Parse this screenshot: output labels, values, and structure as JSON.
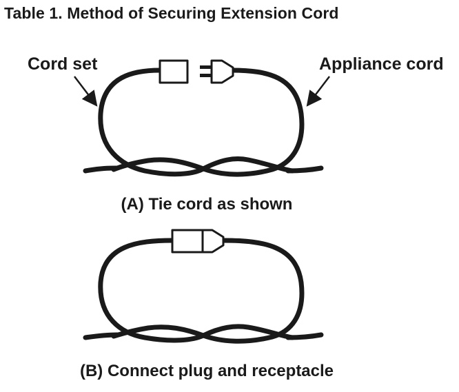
{
  "title": "Table 1. Method of Securing Extension Cord",
  "labels": {
    "cord_set": "Cord set",
    "appliance_cord": "Appliance cord"
  },
  "captions": {
    "a": "(A) Tie cord as shown",
    "b": "(B) Connect plug and receptacle"
  }
}
